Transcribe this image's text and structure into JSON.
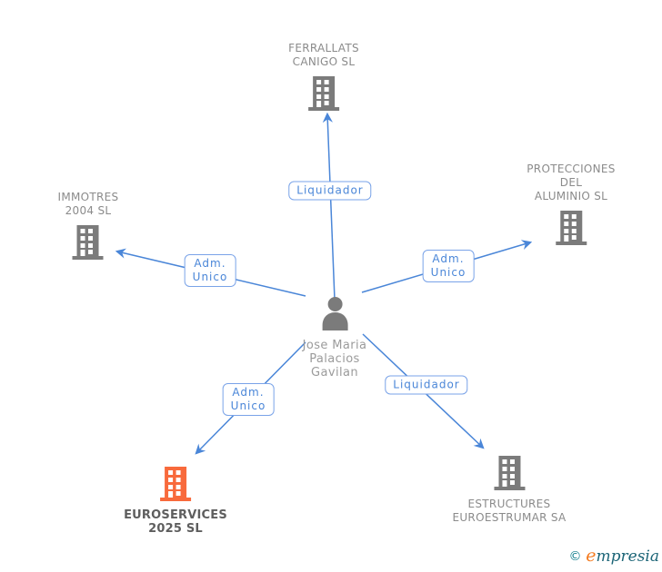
{
  "diagram_type": "corporate-relationship-graph",
  "person": {
    "line1": "Jose Maria",
    "line2": "Palacios",
    "line3": "Gavilan",
    "full_name": "Jose Maria Palacios Gavilan"
  },
  "companies": {
    "ferrallats": {
      "line1": "FERRALLATS",
      "line2": "CANIGO SL"
    },
    "protecciones": {
      "line1": "PROTECCIONES",
      "line2": "DEL",
      "line3": "ALUMINIO SL"
    },
    "immotres": {
      "line1": "IMMOTRES",
      "line2": "2004 SL"
    },
    "euroservices": {
      "line1": "EUROSERVICES",
      "line2": "2025 SL",
      "highlighted": true
    },
    "estructures": {
      "line1": "ESTRUCTURES",
      "line2": "EUROESTRUMAR SA"
    }
  },
  "edge_labels": {
    "top": "Liquidador",
    "left1": "Adm.",
    "left2": "Unico",
    "right1": "Adm.",
    "right2": "Unico",
    "bottom_left1": "Adm.",
    "bottom_left2": "Unico",
    "bottom_right": "Liquidador"
  },
  "edges": [
    {
      "from": "Jose Maria Palacios Gavilan",
      "to": "FERRALLATS CANIGO SL",
      "label": "Liquidador"
    },
    {
      "from": "Jose Maria Palacios Gavilan",
      "to": "IMMOTRES 2004 SL",
      "label": "Adm. Unico"
    },
    {
      "from": "Jose Maria Palacios Gavilan",
      "to": "PROTECCIONES DEL ALUMINIO SL",
      "label": "Adm. Unico"
    },
    {
      "from": "Jose Maria Palacios Gavilan",
      "to": "EUROSERVICES 2025 SL",
      "label": "Adm. Unico"
    },
    {
      "from": "Jose Maria Palacios Gavilan",
      "to": "ESTRUCTURES EUROESTRUMAR SA",
      "label": "Liquidador"
    }
  ],
  "watermark": {
    "copyright": "©",
    "brand_e": "e",
    "brand_rest": "mpresia"
  },
  "colors": {
    "line_blue": "#4a86d8",
    "label_border": "#7aa3e8",
    "label_text": "#4a86d8",
    "node_gray": "#7b7b7b",
    "text_gray": "#8b8b8b",
    "highlight_orange": "#f86a3c",
    "highlight_text": "#5e5e5e",
    "logo_teal": "#16808f",
    "logo_dark": "#1c6577",
    "logo_orange": "#f47b20"
  }
}
